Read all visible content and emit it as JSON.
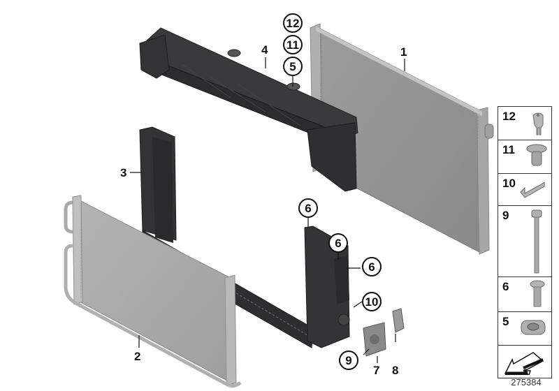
{
  "diagram": {
    "type": "exploded parts diagram",
    "subject": "Radiator / condenser cooling module with carrier frame",
    "document_number": "275384",
    "callouts": [
      {
        "id": "c1",
        "label": "1",
        "style": "plain",
        "part": "radiator"
      },
      {
        "id": "c2",
        "label": "2",
        "style": "plain",
        "part": "condenser"
      },
      {
        "id": "c3",
        "label": "3",
        "style": "plain",
        "part": "side carrier frame"
      },
      {
        "id": "c4",
        "label": "4",
        "style": "plain",
        "part": "upper carrier beam"
      },
      {
        "id": "c5",
        "label": "5",
        "style": "circled",
        "part": "rubber mount"
      },
      {
        "id": "c11",
        "label": "11",
        "style": "circled",
        "part": "expanding rivet"
      },
      {
        "id": "c12",
        "label": "12",
        "style": "circled",
        "part": "clip"
      },
      {
        "id": "c6a",
        "label": "6",
        "style": "circled",
        "part": "screw"
      },
      {
        "id": "c6b",
        "label": "6",
        "style": "circled",
        "part": "screw"
      },
      {
        "id": "c6c",
        "label": "6",
        "style": "circled",
        "part": "screw"
      },
      {
        "id": "c10",
        "label": "10",
        "style": "circled",
        "part": "bracket clip"
      },
      {
        "id": "c9",
        "label": "9",
        "style": "circled",
        "part": "bolt"
      },
      {
        "id": "c7",
        "label": "7",
        "style": "plain",
        "part": "holder"
      },
      {
        "id": "c8",
        "label": "8",
        "style": "plain",
        "part": "retainer"
      }
    ],
    "legend": {
      "items": [
        {
          "label": "12",
          "icon": "clip-icon"
        },
        {
          "label": "11",
          "icon": "expanding-rivet-icon"
        },
        {
          "label": "10",
          "icon": "bracket-clip-icon"
        },
        {
          "label": "9",
          "icon": "long-bolt-icon"
        },
        {
          "label": "6",
          "icon": "screw-icon"
        },
        {
          "label": "5",
          "icon": "rubber-mount-icon"
        },
        {
          "label": "",
          "icon": "direction-arrow-icon"
        }
      ]
    },
    "colors": {
      "metal_light": "#a8a8a8",
      "metal_mid": "#8e8e8e",
      "metal_edge": "#c8c8c8",
      "plastic_dark": "#2e2e30",
      "plastic_mid": "#3d3d40",
      "ink": "#111111"
    }
  }
}
